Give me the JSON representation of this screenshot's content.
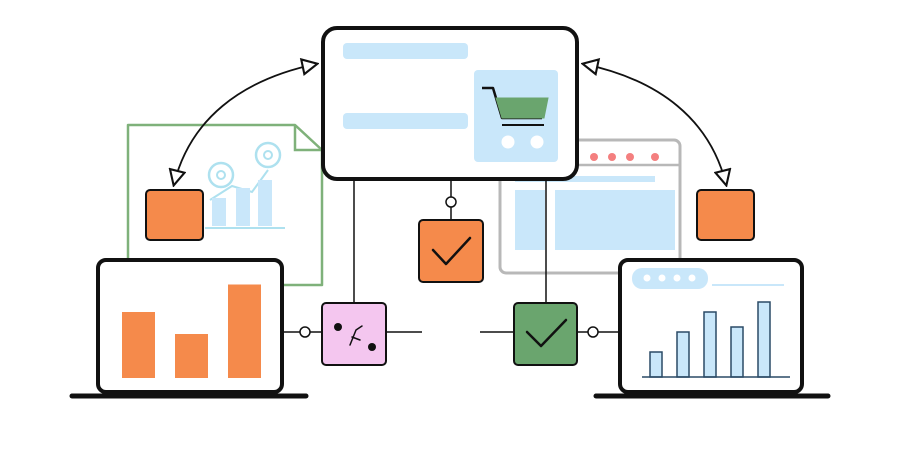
{
  "colors": {
    "ink": "#111111",
    "orange": "#f58a4b",
    "light_blue": "#c9e7fa",
    "green": "#6aa56e",
    "green_outline": "#7fb17a",
    "pink": "#f4c6ef",
    "gray": "#b8b8b8",
    "red_dot": "#f47f7f",
    "white": "#ffffff"
  },
  "icons": {
    "cart": "shopping-cart-icon",
    "check": "checkmark-icon",
    "dice": "dice-icon",
    "arrow": "arrow-head-icon"
  },
  "left_monitor_bars": [
    0.6,
    0.4,
    0.85
  ],
  "right_monitor_bars": [
    0.25,
    0.45,
    0.65,
    0.5,
    0.75
  ]
}
